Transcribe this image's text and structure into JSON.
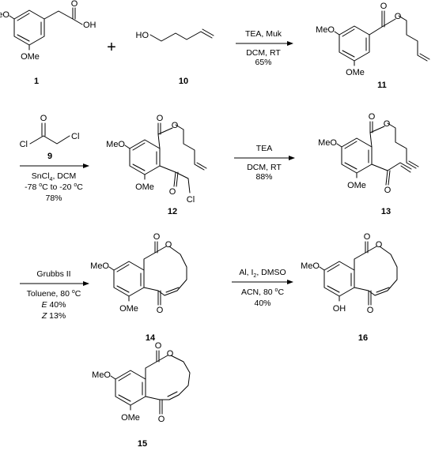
{
  "scheme": {
    "compounds": {
      "c1": {
        "number": "1",
        "atoms": {
          "meo": "MeO",
          "ome": "OMe",
          "o": "O",
          "oh": "OH"
        }
      },
      "c10": {
        "number": "10",
        "atoms": {
          "ho": "HO"
        }
      },
      "c11": {
        "number": "11",
        "atoms": {
          "meo": "MeO",
          "ome": "OMe",
          "o1": "O",
          "o2": "O"
        }
      },
      "c9": {
        "number": "9",
        "atoms": {
          "o": "O",
          "cl1": "Cl",
          "cl2": "Cl"
        }
      },
      "c12": {
        "number": "12",
        "atoms": {
          "meo": "MeO",
          "ome": "OMe",
          "o1": "O",
          "o2": "O",
          "o3": "O",
          "cl": "Cl"
        }
      },
      "c13": {
        "number": "13",
        "atoms": {
          "meo": "MeO",
          "ome": "OMe",
          "o1": "O",
          "o2": "O",
          "o3": "O"
        }
      },
      "c14": {
        "number": "14",
        "atoms": {
          "meo": "MeO",
          "ome": "OMe",
          "o1": "O",
          "o2": "O",
          "o3": "O"
        }
      },
      "c16": {
        "number": "16",
        "atoms": {
          "meo": "MeO",
          "oh": "OH",
          "o1": "O",
          "o2": "O",
          "o3": "O"
        }
      },
      "c15": {
        "number": "15",
        "atoms": {
          "meo": "MeO",
          "ome": "OMe",
          "o1": "O",
          "o2": "O",
          "o3": "O"
        }
      }
    },
    "plus": "+",
    "arrows": {
      "a1": {
        "above": "TEA, Muk",
        "below": [
          "DCM, RT",
          "65%"
        ]
      },
      "a2": {
        "below": [
          "SnCl",
          "4",
          ", DCM",
          "-78 ",
          "o",
          "C to -20 ",
          "o",
          "C",
          "78%"
        ]
      },
      "a3": {
        "above": "TEA",
        "below": [
          "DCM, RT",
          "88%"
        ]
      },
      "a4": {
        "above": "Grubbs II",
        "below": [
          "Toluene, 80 ",
          "o",
          "C",
          "E",
          " 40%",
          "Z",
          " 13%"
        ]
      },
      "a5": {
        "above": [
          "Al, I",
          "2",
          ", DMSO"
        ],
        "below": [
          "ACN, 80 ",
          "o",
          "C",
          "40%"
        ]
      }
    }
  }
}
